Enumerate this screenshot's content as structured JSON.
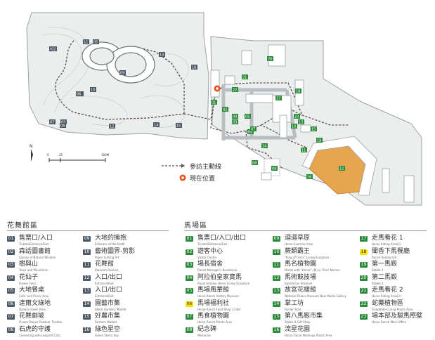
{
  "map": {
    "compass": "N",
    "scale": {
      "ticks": [
        "0",
        "25",
        "100M"
      ]
    },
    "legend": {
      "route": "參訪主動線",
      "current": "現在位置"
    },
    "colors": {
      "dark": "#4d5965",
      "green": "#2b8a3b",
      "yellow": "#f4e300",
      "orange": "#e8a550",
      "current": "#e8531d"
    },
    "labels": {
      "flora": [
        "01",
        "02",
        "03",
        "04",
        "05",
        "06",
        "07",
        "08",
        "09",
        "10",
        "11",
        "12",
        "13",
        "14",
        "15",
        "16"
      ],
      "horse": [
        "01",
        "02",
        "03",
        "04",
        "05",
        "06",
        "07",
        "08",
        "09",
        "10",
        "11",
        "12",
        "13",
        "14",
        "15",
        "16",
        "17",
        "18",
        "19",
        "20",
        "21",
        "22",
        "23"
      ]
    }
  },
  "flora_section": {
    "title": "花舞館區",
    "items": [
      {
        "num": "01",
        "zh": "售票口/入口",
        "en": "Tickets/Entrance/Exit"
      },
      {
        "num": "02",
        "zh": "森話圖書館",
        "en": "Library of Natural Wisdom"
      },
      {
        "num": "03",
        "zh": "樹與山",
        "en": "Trees and Mountains"
      },
      {
        "num": "04",
        "zh": "花仙子",
        "en": "Flower Fairy"
      },
      {
        "num": "05",
        "zh": "大地餐桌",
        "en": "Cafe' and Picnic Area"
      },
      {
        "num": "06",
        "zh": "達爾文綠地",
        "en": "Darwin Green Area"
      },
      {
        "num": "07",
        "zh": "花舞劇坡",
        "en": "Flower Dance Outdoor Theater"
      },
      {
        "num": "08",
        "zh": "石虎的守護",
        "en": "Coexisting with Leopard Cats"
      },
      {
        "num": "09",
        "zh": "大地的擁抱",
        "en": "Embrace of the Earth"
      },
      {
        "num": "10",
        "zh": "藝術圖界-剪影",
        "en": "Paper Cutting Art"
      },
      {
        "num": "11",
        "zh": "花舞館",
        "en": "Blossom Pavilion"
      },
      {
        "num": "12",
        "zh": "入口/出口",
        "en": "Entrance/Exit"
      },
      {
        "num": "13",
        "zh": "入口/出口",
        "en": "Entrance/Exit"
      },
      {
        "num": "14",
        "zh": "園藝市集",
        "en": "World Gardens Market"
      },
      {
        "num": "15",
        "zh": "好農市集",
        "en": "Farmers Market"
      },
      {
        "num": "16",
        "zh": "綠色星空",
        "en": "Green Starry Sky"
      }
    ]
  },
  "horse_section": {
    "title": "馬場區",
    "items": [
      {
        "num": "01",
        "zh": "售票口/入口/出口",
        "en": "Tickets/Entrance/Exit",
        "style": "green"
      },
      {
        "num": "02",
        "zh": "遊客中心",
        "en": "Visitor Center",
        "style": "green"
      },
      {
        "num": "03",
        "zh": "場長宿舍",
        "en": "Ranch Manager's Residence",
        "style": "green"
      },
      {
        "num": "04",
        "zh": "阿拉伯皇家寶馬",
        "en": "Royal Arabian Horse Living Sculpture",
        "style": "green"
      },
      {
        "num": "05",
        "zh": "馬場風華館",
        "en": "Horse Ranch History Museum",
        "style": "green"
      },
      {
        "num": "06",
        "zh": "馬場福利社",
        "en": "Horse Ranch Food Shop / Cafe'",
        "style": "yellow"
      },
      {
        "num": "07",
        "zh": "馬食植物園",
        "en": "Horse Ranch Plants Area",
        "style": "green"
      },
      {
        "num": "08",
        "zh": "紀念碑",
        "en": "Memorial",
        "style": "green"
      },
      {
        "num": "09",
        "zh": "迴迴草原",
        "en": "Horse Exercise Area",
        "style": "green"
      },
      {
        "num": "10",
        "zh": "蕨類霸王",
        "en": "\"King of Ferns\" Living Sculpture",
        "style": "green"
      },
      {
        "num": "11",
        "zh": "馬名植物園",
        "en": "Plants with \"Horse\" (馬) in Their Names",
        "style": "green"
      },
      {
        "num": "12",
        "zh": "馬術競技場",
        "en": "Equestrian Stadium",
        "style": "green"
      },
      {
        "num": "13",
        "zh": "故宮花樣館",
        "en": "National Palace Museum New Media Gallery",
        "style": "green"
      },
      {
        "num": "14",
        "zh": "掌工坊",
        "en": "Farrier Stall",
        "style": "green"
      },
      {
        "num": "15",
        "zh": "第八馬廄市集",
        "en": "Stable 8 Gift Shop",
        "style": "green"
      },
      {
        "num": "16",
        "zh": "流星花園",
        "en": "Horse Facial Markings Plants Area",
        "style": "green"
      },
      {
        "num": "17",
        "zh": "走馬看花 1",
        "en": "Horse Riding Area(1)",
        "style": "green"
      },
      {
        "num": "18",
        "zh": "聞香下馬餐廳",
        "en": "Ranch Restaurant",
        "style": "yellow"
      },
      {
        "num": "19",
        "zh": "第一馬廄",
        "en": "Stable 1",
        "style": "green"
      },
      {
        "num": "20",
        "zh": "第二馬廄",
        "en": "Stable 2",
        "style": "green"
      },
      {
        "num": "21",
        "zh": "走馬看花 2",
        "en": "Horse Riding Area(2)",
        "style": "green"
      },
      {
        "num": "22",
        "zh": "蛇藥植物區",
        "en": "Snakebite-Curing Plants Area",
        "style": "green"
      },
      {
        "num": "23",
        "zh": "場本部及駿馬照壁",
        "en": "Horse Ranch Main Office",
        "style": "green"
      }
    ]
  }
}
